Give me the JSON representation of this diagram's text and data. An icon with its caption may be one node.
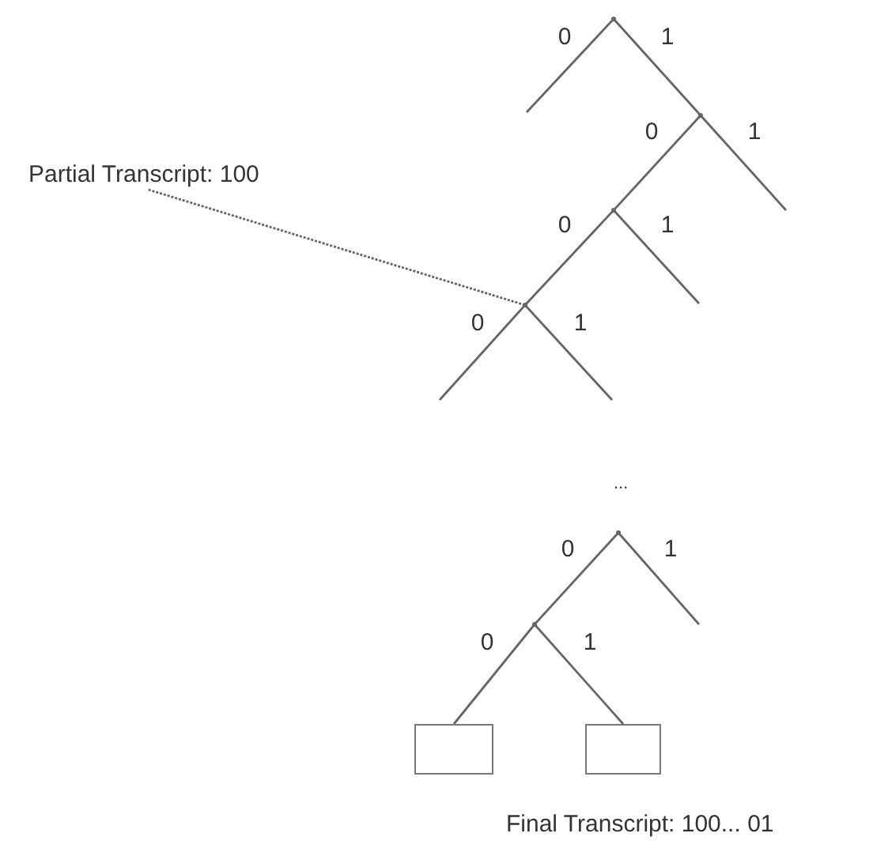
{
  "diagram": {
    "nodes": [
      {
        "text": [
          "Partial Transcript: 100"
        ]
      },
      {
        "text": [],
        "shape": "point"
      },
      {
        "text": [],
        "shape": "point"
      },
      {
        "text": [],
        "shape": "point"
      },
      {
        "text": [],
        "shape": "point"
      },
      {
        "text": [],
        "shape": "point"
      },
      {
        "text": [],
        "shape": "point"
      },
      {
        "text": [],
        "shape": "box"
      },
      {
        "text": [],
        "shape": "box"
      }
    ],
    "edges": [
      {
        "from": 1,
        "to": null,
        "arrow": "none",
        "label": "0"
      },
      {
        "from": 1,
        "to": 2,
        "arrow": "none",
        "label": "1"
      },
      {
        "from": 2,
        "to": 3,
        "arrow": "none",
        "label": "0"
      },
      {
        "from": 2,
        "to": null,
        "arrow": "none",
        "label": "1"
      },
      {
        "from": 3,
        "to": 4,
        "arrow": "none",
        "label": "0"
      },
      {
        "from": 3,
        "to": null,
        "arrow": "none",
        "label": "1"
      },
      {
        "from": 4,
        "to": null,
        "arrow": "none",
        "label": "0"
      },
      {
        "from": 4,
        "to": null,
        "arrow": "none",
        "label": "1"
      },
      {
        "from": 0,
        "to": 4,
        "arrow": "none",
        "style": "dashed"
      },
      {
        "from": 5,
        "to": 6,
        "arrow": "none",
        "label": "0"
      },
      {
        "from": 5,
        "to": null,
        "arrow": "none",
        "label": "1"
      },
      {
        "from": 6,
        "to": 7,
        "arrow": "none",
        "label": "0"
      },
      {
        "from": 6,
        "to": 8,
        "arrow": "none",
        "label": "1"
      }
    ],
    "labels": [
      "...",
      "Final Transcript: 100... 01"
    ]
  }
}
